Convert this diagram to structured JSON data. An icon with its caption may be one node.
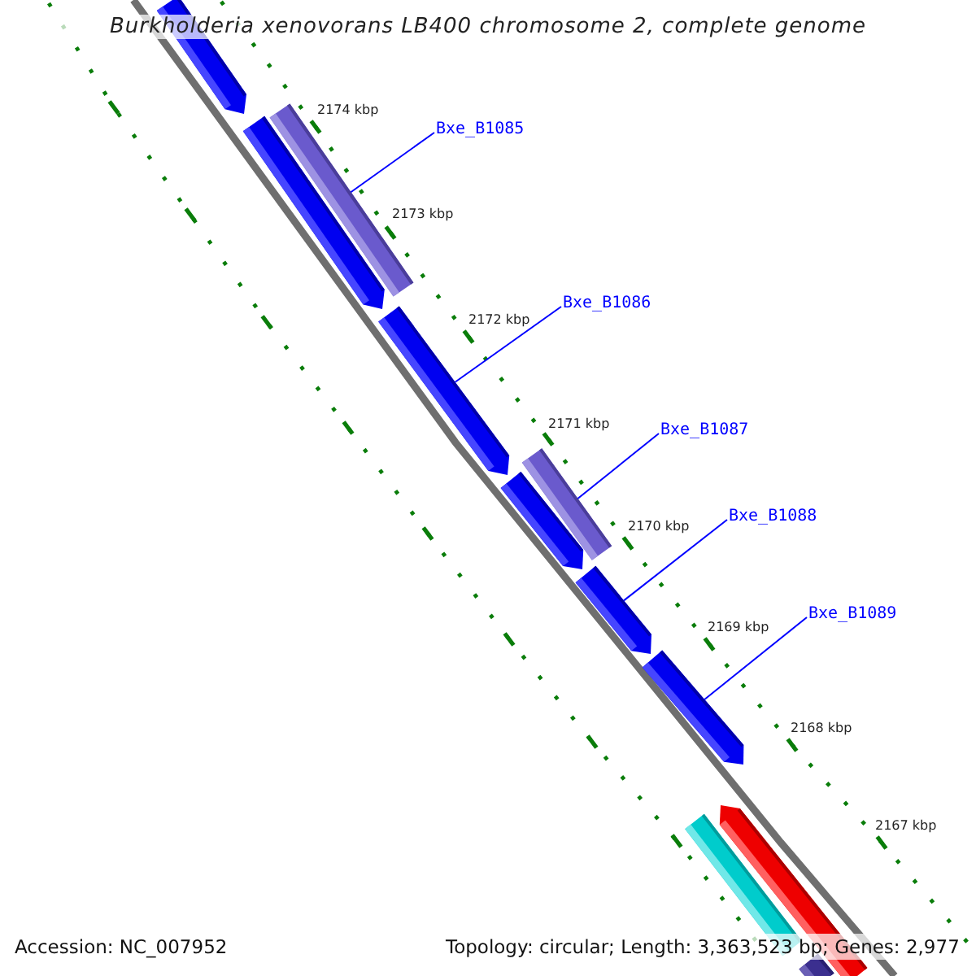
{
  "diagram": {
    "title": "Burkholderia xenovorans LB400 chromosome 2, complete genome",
    "nodes": [
      {
        "text": [],
        "shape": "pentagon"
      },
      {
        "text": [],
        "shape": "pentagon"
      },
      {
        "text": [],
        "shape": "bar"
      },
      {
        "text": [],
        "shape": "pentagon"
      },
      {
        "text": [],
        "shape": "bar"
      },
      {
        "text": [],
        "shape": "pentagon"
      },
      {
        "text": [],
        "shape": "pentagon"
      },
      {
        "text": [],
        "shape": "pentagon"
      },
      {
        "text": [],
        "shape": "bar"
      },
      {
        "text": [],
        "shape": "pentagon"
      },
      {
        "text": [],
        "shape": "bar"
      },
      {
        "text": [
          "Bxe_B1085"
        ]
      },
      {
        "text": [
          "Bxe_B1086"
        ]
      },
      {
        "text": [
          "Bxe_B1087"
        ]
      },
      {
        "text": [
          "Bxe_B1088"
        ]
      },
      {
        "text": [
          "Bxe_B1089"
        ]
      }
    ],
    "edges": [
      {
        "from": 11,
        "to": 2,
        "arrow": "none"
      },
      {
        "from": 12,
        "to": 3,
        "arrow": "none"
      },
      {
        "from": 13,
        "to": 4,
        "arrow": "none"
      },
      {
        "from": 14,
        "to": 6,
        "arrow": "none"
      },
      {
        "from": 15,
        "to": 7,
        "arrow": "none"
      }
    ],
    "labels": [
      "2174 kbp",
      "2173 kbp",
      "2172 kbp",
      "2171 kbp",
      "2170 kbp",
      "2169 kbp",
      "2168 kbp",
      "2167 kbp",
      "Accession: NC_007952",
      "Topology: circular; Length: 3,363,523 bp; Genes: 2,977"
    ]
  }
}
